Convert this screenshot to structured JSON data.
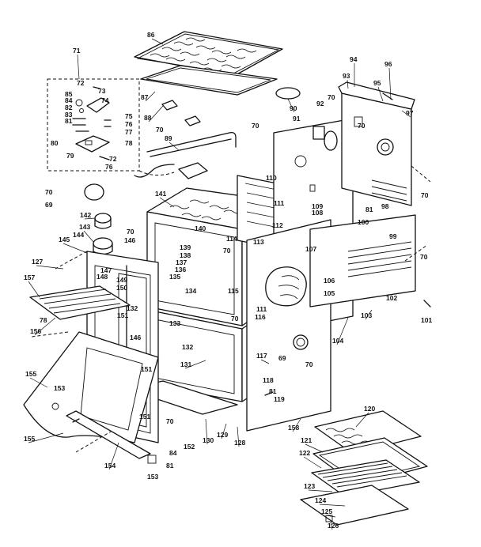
{
  "diagram": {
    "callouts": [
      {
        "id": "c86",
        "text": "86"
      },
      {
        "id": "c71",
        "text": "71"
      },
      {
        "id": "c72a",
        "text": "72"
      },
      {
        "id": "c73",
        "text": "73"
      },
      {
        "id": "c74",
        "text": "74"
      },
      {
        "id": "c85",
        "text": "85"
      },
      {
        "id": "c84",
        "text": "84"
      },
      {
        "id": "c82",
        "text": "82"
      },
      {
        "id": "c83",
        "text": "83"
      },
      {
        "id": "c81a",
        "text": "81"
      },
      {
        "id": "c80",
        "text": "80"
      },
      {
        "id": "c75",
        "text": "75"
      },
      {
        "id": "c76a",
        "text": "76"
      },
      {
        "id": "c77",
        "text": "77"
      },
      {
        "id": "c78",
        "text": "78"
      },
      {
        "id": "c79",
        "text": "79"
      },
      {
        "id": "c72b",
        "text": "72"
      },
      {
        "id": "c76b",
        "text": "76"
      },
      {
        "id": "c87",
        "text": "87"
      },
      {
        "id": "c88",
        "text": "88"
      },
      {
        "id": "c70a",
        "text": "70"
      },
      {
        "id": "c89",
        "text": "89"
      },
      {
        "id": "c70b",
        "text": "70"
      },
      {
        "id": "c90",
        "text": "90"
      },
      {
        "id": "c92",
        "text": "92"
      },
      {
        "id": "c91",
        "text": "91"
      },
      {
        "id": "c94",
        "text": "94"
      },
      {
        "id": "c93",
        "text": "93"
      },
      {
        "id": "c96",
        "text": "96"
      },
      {
        "id": "c95",
        "text": "95"
      },
      {
        "id": "c97",
        "text": "97"
      },
      {
        "id": "c70c",
        "text": "70"
      },
      {
        "id": "c70d",
        "text": "70"
      },
      {
        "id": "c98",
        "text": "98"
      },
      {
        "id": "c81b",
        "text": "81"
      },
      {
        "id": "c100",
        "text": "100"
      },
      {
        "id": "c70e",
        "text": "70"
      },
      {
        "id": "c99",
        "text": "99"
      },
      {
        "id": "c70f",
        "text": "70"
      },
      {
        "id": "c102",
        "text": "102"
      },
      {
        "id": "c103",
        "text": "103"
      },
      {
        "id": "c101",
        "text": "101"
      },
      {
        "id": "c70g",
        "text": "70"
      },
      {
        "id": "c69a",
        "text": "69"
      },
      {
        "id": "c141",
        "text": "141"
      },
      {
        "id": "c110",
        "text": "110"
      },
      {
        "id": "c109",
        "text": "109"
      },
      {
        "id": "c108",
        "text": "108"
      },
      {
        "id": "c111",
        "text": "111"
      },
      {
        "id": "c142",
        "text": "142"
      },
      {
        "id": "c140",
        "text": "140"
      },
      {
        "id": "c112",
        "text": "112"
      },
      {
        "id": "c143",
        "text": "143"
      },
      {
        "id": "c70h",
        "text": "70"
      },
      {
        "id": "c144",
        "text": "144"
      },
      {
        "id": "c145",
        "text": "145"
      },
      {
        "id": "c146",
        "text": "146"
      },
      {
        "id": "c139",
        "text": "139"
      },
      {
        "id": "c114a",
        "text": "114"
      },
      {
        "id": "c113",
        "text": "113"
      },
      {
        "id": "c70i",
        "text": "70"
      },
      {
        "id": "c138",
        "text": "138"
      },
      {
        "id": "c137",
        "text": "137"
      },
      {
        "id": "c136",
        "text": "136"
      },
      {
        "id": "c135",
        "text": "135"
      },
      {
        "id": "c107",
        "text": "107"
      },
      {
        "id": "c127",
        "text": "127"
      },
      {
        "id": "c147",
        "text": "147"
      },
      {
        "id": "c148",
        "text": "148"
      },
      {
        "id": "c149",
        "text": "149"
      },
      {
        "id": "c157",
        "text": "157"
      },
      {
        "id": "c150",
        "text": "150"
      },
      {
        "id": "c134",
        "text": "134"
      },
      {
        "id": "c115",
        "text": "115"
      },
      {
        "id": "c106",
        "text": "106"
      },
      {
        "id": "c105",
        "text": "105"
      },
      {
        "id": "c132a",
        "text": "132"
      },
      {
        "id": "c78b",
        "text": "78"
      },
      {
        "id": "c151a",
        "text": "151"
      },
      {
        "id": "c133",
        "text": "133"
      },
      {
        "id": "c70j",
        "text": "70"
      },
      {
        "id": "c111b",
        "text": "111"
      },
      {
        "id": "c116",
        "text": "116"
      },
      {
        "id": "c156",
        "text": "156"
      },
      {
        "id": "c146b",
        "text": "146"
      },
      {
        "id": "c132b",
        "text": "132"
      },
      {
        "id": "c104",
        "text": "104"
      },
      {
        "id": "c69b",
        "text": "69"
      },
      {
        "id": "c70k",
        "text": "70"
      },
      {
        "id": "c155a",
        "text": "155"
      },
      {
        "id": "c131",
        "text": "131"
      },
      {
        "id": "c117",
        "text": "117"
      },
      {
        "id": "c151b",
        "text": "151"
      },
      {
        "id": "c118",
        "text": "118"
      },
      {
        "id": "c81c",
        "text": "81"
      },
      {
        "id": "c153a",
        "text": "153"
      },
      {
        "id": "c119",
        "text": "119"
      },
      {
        "id": "c151c",
        "text": "151"
      },
      {
        "id": "c158",
        "text": "158"
      },
      {
        "id": "c120",
        "text": "120"
      },
      {
        "id": "c155b",
        "text": "155"
      },
      {
        "id": "c70l",
        "text": "70"
      },
      {
        "id": "c129",
        "text": "129"
      },
      {
        "id": "c128",
        "text": "128"
      },
      {
        "id": "c121",
        "text": "121"
      },
      {
        "id": "c84b",
        "text": "84"
      },
      {
        "id": "c152",
        "text": "152"
      },
      {
        "id": "c130",
        "text": "130"
      },
      {
        "id": "c122",
        "text": "122"
      },
      {
        "id": "c154",
        "text": "154"
      },
      {
        "id": "c81d",
        "text": "81"
      },
      {
        "id": "c153b",
        "text": "153"
      },
      {
        "id": "c123",
        "text": "123"
      },
      {
        "id": "c124",
        "text": "124"
      },
      {
        "id": "c125",
        "text": "125"
      },
      {
        "id": "c126",
        "text": "126"
      }
    ]
  }
}
